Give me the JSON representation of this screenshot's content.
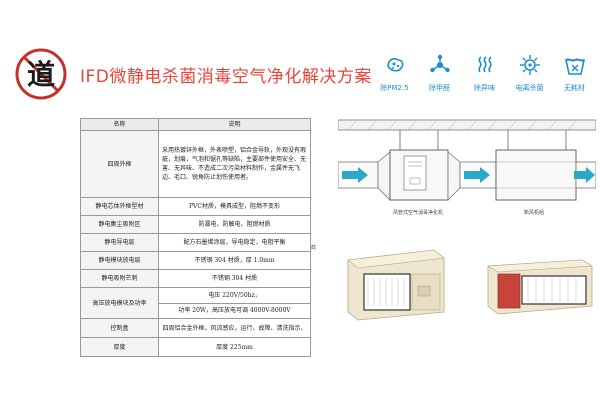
{
  "logo": {
    "char": "道"
  },
  "title": "IFD微静电杀菌消毒空气净化解决方案",
  "features": [
    {
      "icon": "pm25-icon",
      "label": "除PM2.5"
    },
    {
      "icon": "formaldehyde-icon",
      "label": "除甲醛"
    },
    {
      "icon": "odor-icon",
      "label": "除异味"
    },
    {
      "icon": "ion-sterilize-icon",
      "label": "电离杀菌"
    },
    {
      "icon": "no-consumable-icon",
      "label": "无耗材"
    }
  ],
  "table": {
    "headers": [
      "名称",
      "说明"
    ],
    "rows": [
      {
        "name": "四周外框",
        "desc": "采用热镀锌外框，外表喷塑，铝合金导轨，外观没有瑕疵，划痕，气泡和锯孔等缺陷，主要部件使用安全、无害、无异味、不造成二次污染材料制作，金属件无飞边、毛口、锐角防止划伤使用者。",
        "align": "left"
      },
      {
        "name": "静电芯体外框型材",
        "desc": "PVC材质，模具成型，阻燃不变形",
        "align": "center"
      },
      {
        "name": "静电集尘吸附区",
        "desc": "防漏电，防触电，阻燃材质",
        "align": "center"
      },
      {
        "name": "静电导电层",
        "desc": "配方石墨烯涂层，导电稳定，电阻平衡",
        "align": "center"
      },
      {
        "name": "静电模块放电层",
        "desc": "不锈钢 304 材质，厚 1.0mm",
        "align": "center"
      },
      {
        "name": "静电吸附芒刺",
        "desc": "不锈钢 304 材质",
        "align": "center"
      },
      {
        "name": "高压放电模块及功率",
        "desc": "电压 220V/50hz，",
        "desc2": "功率 20W，高压放电可调 4000V-8000V",
        "align": "center"
      },
      {
        "name": "控制盒",
        "desc": "四周铝合金外框，风流感应，运行、故障、清洗指示、",
        "align": "center"
      },
      {
        "name": "厚度",
        "desc": "厚度 225mm",
        "align": "center"
      }
    ]
  },
  "side_tag": "截",
  "diagram": {
    "label_left": "风管式空气消毒净化机",
    "label_right": "新风机组"
  },
  "colors": {
    "title": "#e8453b",
    "feature": "#1a8fd0",
    "airflow": "#2aa8c8"
  }
}
